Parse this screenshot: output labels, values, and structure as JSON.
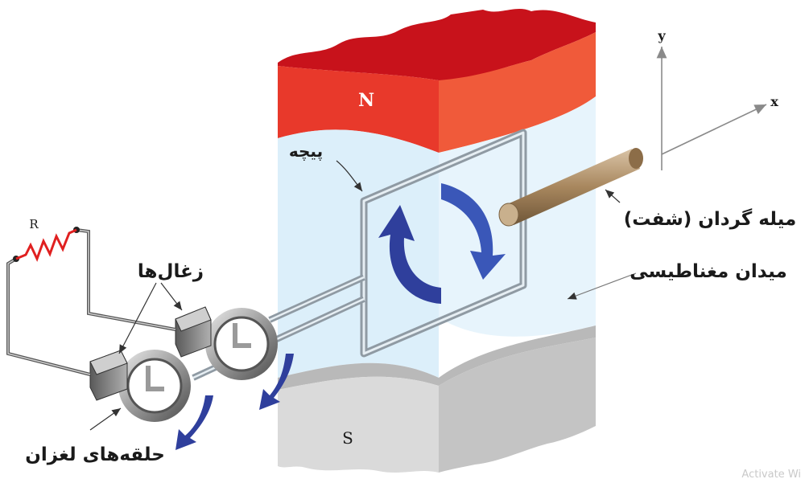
{
  "labels": {
    "north_pole": "N",
    "south_pole": "S",
    "coil": "پیچه",
    "brushes": "زغال‌ها",
    "slip_rings": "حلقه‌های لغزان",
    "shaft": "میله گردان (شفت)",
    "magnetic_field": "میدان مغناطیسی",
    "resistor": "R",
    "axis_x": "x",
    "axis_y": "y"
  },
  "watermark": "Activate Wi",
  "colors": {
    "north_pole": "#e8392b",
    "south_pole": "#d6d6d6",
    "field_region": "#d6ecf9",
    "rotation_arrow": "#2f3f9c",
    "resistor": "#e02020"
  }
}
